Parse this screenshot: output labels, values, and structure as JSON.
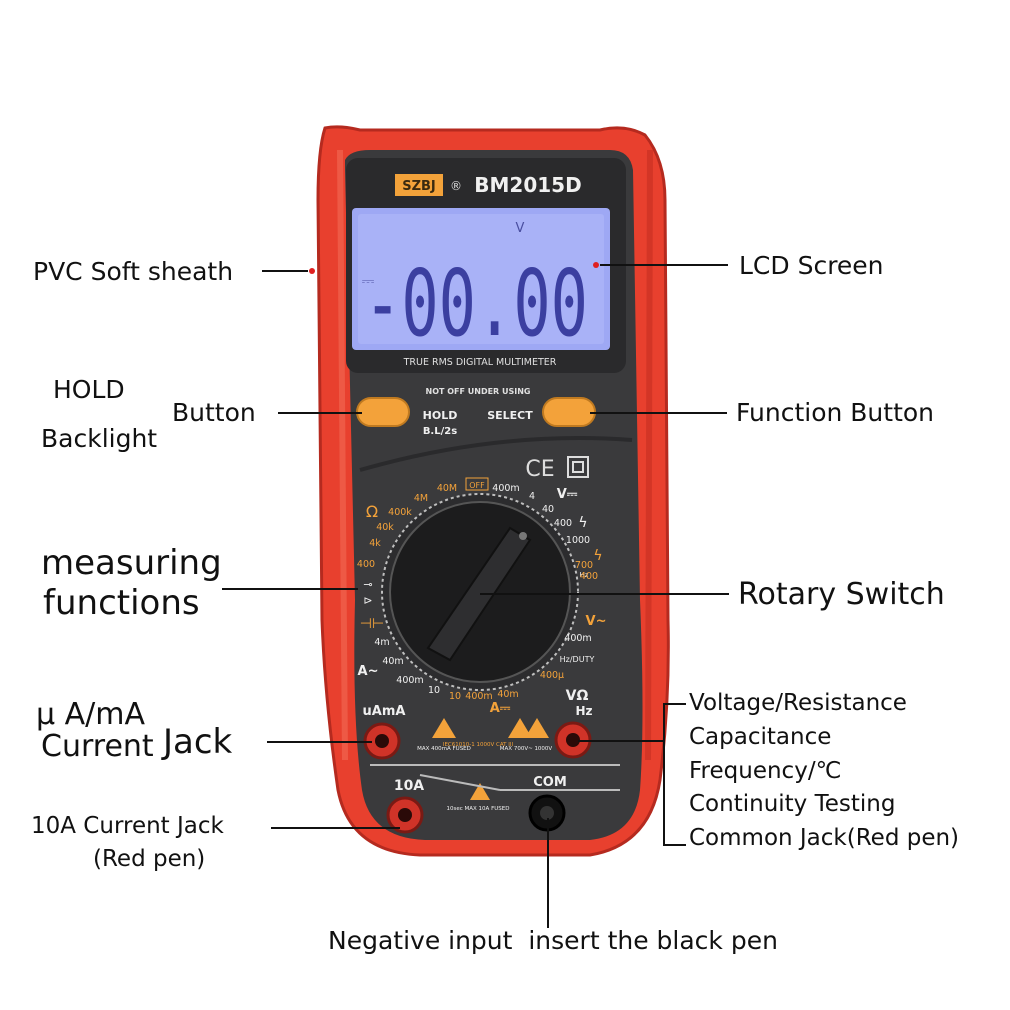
{
  "device": {
    "brand": "SZBJ",
    "registered_mark": "®",
    "model": "BM2015D",
    "lcd": {
      "unit": "V",
      "reading": "-00.00",
      "dc_symbol": "⎓"
    },
    "subtitle": "TRUE RMS DIGITAL MULTIMETER",
    "note": "NOT OFF UNDER USING",
    "hold_label": "HOLD",
    "bl_label": "B.L/2s",
    "select_label": "SELECT",
    "ce_mark": "CE",
    "dial_labels": {
      "off": "OFF",
      "r40m": "40M",
      "r4m": "4M",
      "r400k": "400k",
      "r40k": "40k",
      "r4k": "4k",
      "r400": "400",
      "ohm": "Ω",
      "v400m": "400m",
      "v4": "4",
      "v40": "40",
      "v400": "400",
      "v1000": "1000",
      "vdc": "V⎓",
      "hz700": "700",
      "hz_unit": "Hz",
      "hz400": "400",
      "acv": "V~",
      "ac400m": "400m",
      "hzduty": "Hz/DUTY",
      "u400": "400µ",
      "ma40": "40m",
      "ma400": "400m",
      "a10": "10",
      "adc": "A⎓",
      "aac": "A~",
      "ac10": "10",
      "ac400m2": "400m",
      "ac40m": "40m",
      "ac4m": "4m"
    },
    "jacks": {
      "uama": "uAmA",
      "vohmhz": "VΩ",
      "vohmhz2": "Hz",
      "a10": "10A",
      "com": "COM",
      "uama_rating": "MAX 400mA FUSED",
      "std": "IEC61010-1 1000V CAT III",
      "vrating": "MAX 700V~ 1000V",
      "a10_rating": "10sec MAX 10A FUSED"
    }
  },
  "callouts": {
    "pvc": "PVC Soft sheath",
    "lcd": "LCD Screen",
    "hold": "HOLD",
    "button": "Button",
    "backlight": "Backlight",
    "function_button": "Function Button",
    "measuring": "measuring",
    "functions": "functions",
    "rotary": "Rotary Switch",
    "current_1": "µ A/mA",
    "current_2": "Current",
    "current_jack": "Jack",
    "a10_1": "10A Current Jack",
    "a10_2": "(Red pen)",
    "v1": "Voltage/Resistance",
    "v2": "Capacitance",
    "v3": "Frequency/℃",
    "v4": "Continuity Testing",
    "v5": "Common Jack(Red pen)",
    "neg": "Negative input  insert the black pen"
  },
  "colors": {
    "case_red": "#e8402e",
    "case_dark": "#c42f22",
    "panel": "#3a3a3c",
    "lcd_bg": "#9ea8f4",
    "button_orange": "#f3a23a",
    "label_orange": "#f3a23a",
    "leader_red": "#e02020"
  }
}
